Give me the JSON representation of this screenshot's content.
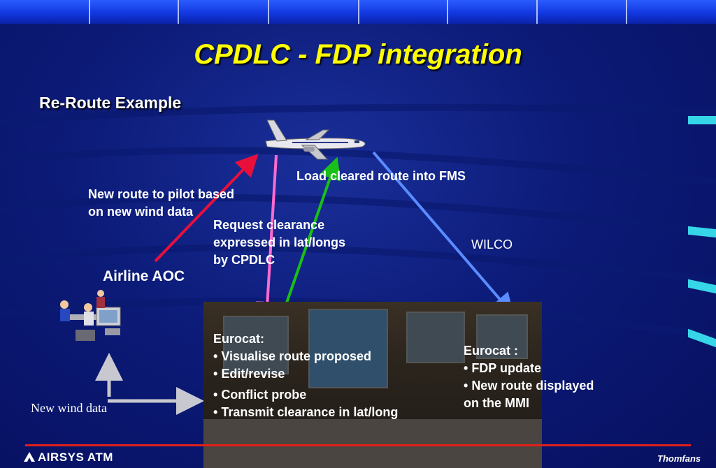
{
  "slide": {
    "title": "CPDLC - FDP integration",
    "subtitle": "Re-Route Example",
    "labels": {
      "new_route": [
        "New route to pilot based",
        "on new wind data"
      ],
      "load_cleared": "Load cleared route into FMS",
      "request_clearance": [
        "Request clearance",
        "expressed in lat/longs",
        "by CPDLC"
      ],
      "wilco": "WILCO",
      "airline_aoc": "Airline AOC",
      "new_wind_data": "New wind data"
    },
    "eurocat_left": {
      "heading": "Eurocat:",
      "items": [
        "Visualise route proposed",
        "Edit/revise",
        "Conflict probe",
        "Transmit clearance in lat/long"
      ]
    },
    "eurocat_right": {
      "heading": "Eurocat :",
      "items": [
        "FDP update",
        "New route displayed",
        "on the MMI"
      ]
    },
    "footer": {
      "logo": "AIRSYS ATM",
      "credit": "Thomfans"
    },
    "colors": {
      "title": "#ffff00",
      "arrow_red": "#e8103a",
      "arrow_pink": "#ff6ad0",
      "arrow_green": "#18c018",
      "arrow_blue": "#5a8cff",
      "arrow_white": "#c8c8d0",
      "footer_line": "#e0201a"
    }
  }
}
